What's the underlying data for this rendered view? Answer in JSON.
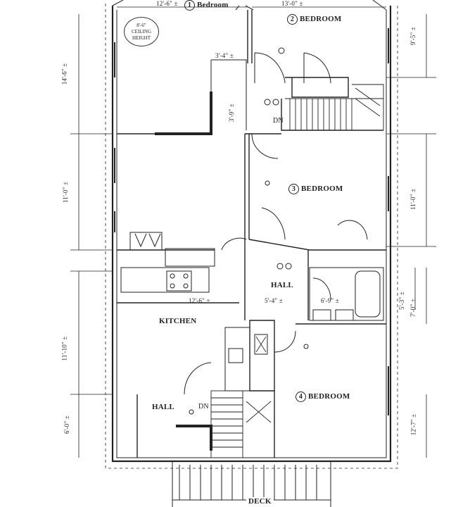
{
  "rooms": {
    "bedroom1": {
      "number": "1",
      "label": "Bedroom"
    },
    "bedroom2": {
      "number": "2",
      "label": "BEDROOM"
    },
    "bedroom3": {
      "number": "3",
      "label": "BEDROOM"
    },
    "bedroom4": {
      "number": "4",
      "label": "BEDROOM"
    },
    "kitchen": "KITCHEN",
    "hall_upper": "HALL",
    "hall_lower": "HALL",
    "deck": "DECK"
  },
  "notes": {
    "ceiling_line1": "8'-6\"",
    "ceiling_line2": "CEILING",
    "ceiling_line3": "HEIGHT",
    "dn_upper": "DN",
    "dn_lower": "DN"
  },
  "dimensions": {
    "top_left": "12'-6\" ±",
    "top_right": "13'-0\" ±",
    "closet_width": "3'-4\" ±",
    "closet_depth": "3'-9\" ±",
    "kitchen_width": "12'-6\" ±",
    "hall_width": "5'-4\" ±",
    "bath_width": "6'-9\" ±",
    "left_bed1": "14'-6\" ±",
    "left_bed3": "11'-0\" ±",
    "left_kitchen": "11'-10\" ±",
    "left_hall": "6'-0\" ±",
    "right_bed2": "9'-5\" ±",
    "right_bed3": "11'-0\" ±",
    "right_bath_a": "5'-3\" ±",
    "right_bath_b": "7'-0\" ±",
    "right_bed4": "12'-7\" ±"
  }
}
